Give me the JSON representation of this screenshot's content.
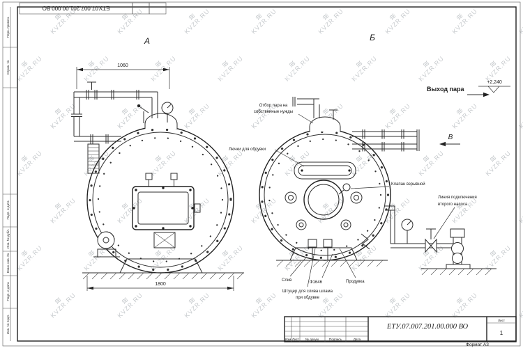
{
  "watermark": {
    "icon": "≋",
    "text": "KVZR.RU"
  },
  "doc": {
    "top_designation": "ЕТУ.07.007.201.00.000  ВО"
  },
  "margin": {
    "perv": "Перв. примен.",
    "sprav": "Справ. №",
    "podp1": "Подп. и дата",
    "dubl": "Инв. № дубл.",
    "vzam": "Взам. инв. №",
    "podp2": "Подп. и дата",
    "podl": "Инв. № подл."
  },
  "views": {
    "a": "А",
    "b": "Б",
    "v": "В"
  },
  "dims": {
    "top_width": "1060",
    "base_width": "1800",
    "inner_dia": "Ф1646"
  },
  "labels": {
    "steam_out": "Выход пара",
    "elevation": "+2,240",
    "own_needs_1": "Отбор пара на",
    "own_needs_2": "собственные нужды",
    "hatches": "Лючки для обдувки",
    "explosion": "Клапан взрывной",
    "pump_line_1": "Линия подключения",
    "pump_line_2": "второго насоса",
    "drain": "Слив",
    "sludge_1": "Штуцер для слива шлама",
    "sludge_2": "при обдувке",
    "blowdown": "Продувка"
  },
  "title_block": {
    "designation": "ЕТУ.07.007.201.00.000  ВО",
    "format": "Формат А3",
    "sheet_label": "Лист",
    "sheet_no": "1",
    "col_izm": "Изм",
    "col_list": "Лист",
    "col_doc": "№ докум.",
    "col_sign": "Подпись",
    "col_date": "Дата"
  }
}
